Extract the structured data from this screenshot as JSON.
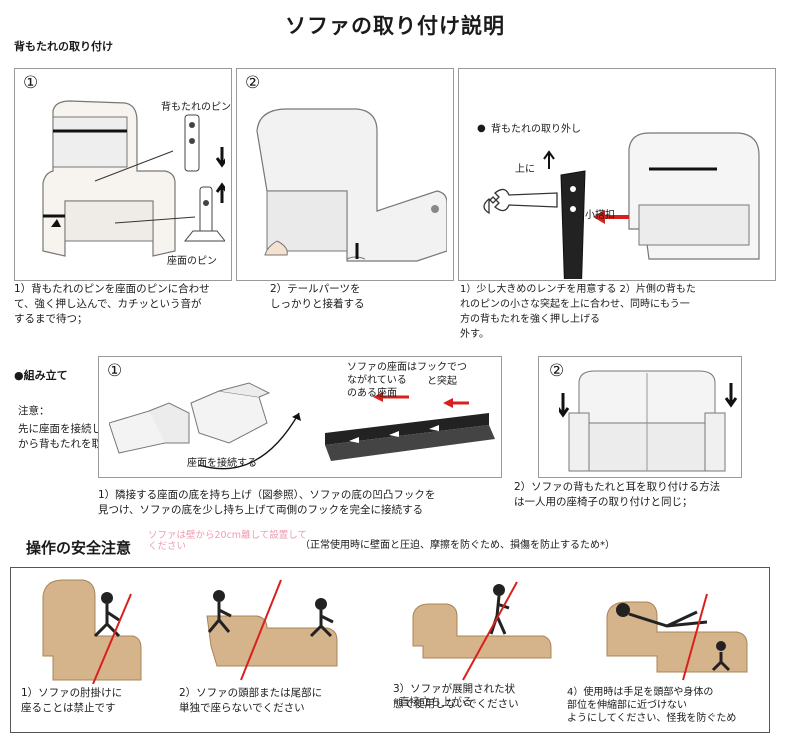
{
  "title": "ソファの取り付け説明",
  "backrest_section": {
    "label": "背もたれの取り付け",
    "step1": {
      "number": "①",
      "label_top": "背もたれのピン",
      "label_bottom": "座面のピン",
      "caption_lines": [
        "1）背もたれのピンを座面のピンに合わせ",
        "て、強く押し込んで、カチッという音が",
        "するまで待つ；"
      ]
    },
    "step2": {
      "number": "②",
      "caption_lines": [
        "2）テールパーツを",
        "しっかりと接着する"
      ]
    },
    "step3": {
      "bullet": "●",
      "label": "背もたれの取り外し",
      "up_label": "上に",
      "clip_label": "小搭扣",
      "caption_lines": [
        "1）少し大きめのレンチを用意する 2）片側の背もた",
        "れのピンの小さな突起を上に合わせ、同時にもう一",
        "方の背もたれを強く押し上げる",
        "外す。"
      ]
    }
  },
  "assembly_section": {
    "label": "●組み立て",
    "note_title": "注意：",
    "note_lines": [
      "先に座面を接続して",
      "から背もたれを取り付ける"
    ],
    "step1": {
      "number": "①",
      "connect_label": "座面を接続する",
      "hook_note_lines": [
        "ソファの座面はフックでつ",
        "ながれている",
        "のある座面"
      ],
      "bump_label": "と突起"
    },
    "step1_caption_lines": [
      "1）隣接する座面の底を持ち上げ（図参照）、ソファの底の凹凸フックを",
      "見つけ、ソファの底を少し持ち上げて両側のフックを完全に接続する"
    ],
    "step2": {
      "number": "②",
      "caption_lines": [
        "2）ソファの背もたれと耳を取り付ける方法",
        "は一人用の座椅子の取り付けと同じ；"
      ]
    }
  },
  "safety_section": {
    "heading": "操作の安全注意",
    "heading_suffix": "（正常使用時に壁面と圧迫、摩擦を防ぐため、損傷を防止するため*）",
    "overlay_text": "ソファは壁から20cm離して設置してください",
    "items": [
      {
        "caption_lines": [
          "1）ソファの肘掛けに",
          "座ることは禁止です"
        ]
      },
      {
        "caption_lines": [
          "2）ソファの頭部または尾部に",
          "単独で座らないでください"
        ]
      },
      {
        "caption_lines": [
          "3）ソファが展開された状",
          "態で使用しないでください",
          "直接立ち上がる"
        ]
      },
      {
        "caption_lines": [
          "4）使用時は手足を頭部や身体の",
          "部位を伸縮部に近づけない",
          "ようにしてください、怪我を防ぐため"
        ]
      }
    ]
  },
  "colors": {
    "chair_fill": "#d6b48b",
    "chair_stroke": "#a88456",
    "red_arrow": "#d8211d",
    "box_border": "#9a9a9a"
  }
}
